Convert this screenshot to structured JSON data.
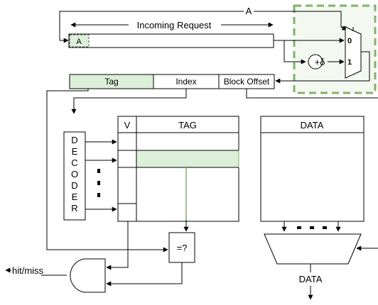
{
  "request": {
    "label": "Incoming Request",
    "field_a": "A",
    "arrow_label": "A"
  },
  "adder": {
    "op": "+δ"
  },
  "mux": {
    "in0": "0",
    "in1": "1"
  },
  "address_fields": {
    "tag": "Tag",
    "index": "Index",
    "offset": "Block Offset"
  },
  "decoder": {
    "letters": [
      "D",
      "E",
      "C",
      "O",
      "D",
      "E",
      "R"
    ]
  },
  "tag_array": {
    "valid_header": "V",
    "tag_header": "TAG"
  },
  "data_array": {
    "header": "DATA"
  },
  "comparator": {
    "label": "=?"
  },
  "output": {
    "hit_miss": "hit/miss",
    "data_out": "DATA"
  },
  "colors": {
    "highlight_fill": "#dcefd9",
    "highlight_stroke": "#82b366",
    "dashed_border": "#82b366",
    "prefetch_panel": "#f3f8f1"
  }
}
